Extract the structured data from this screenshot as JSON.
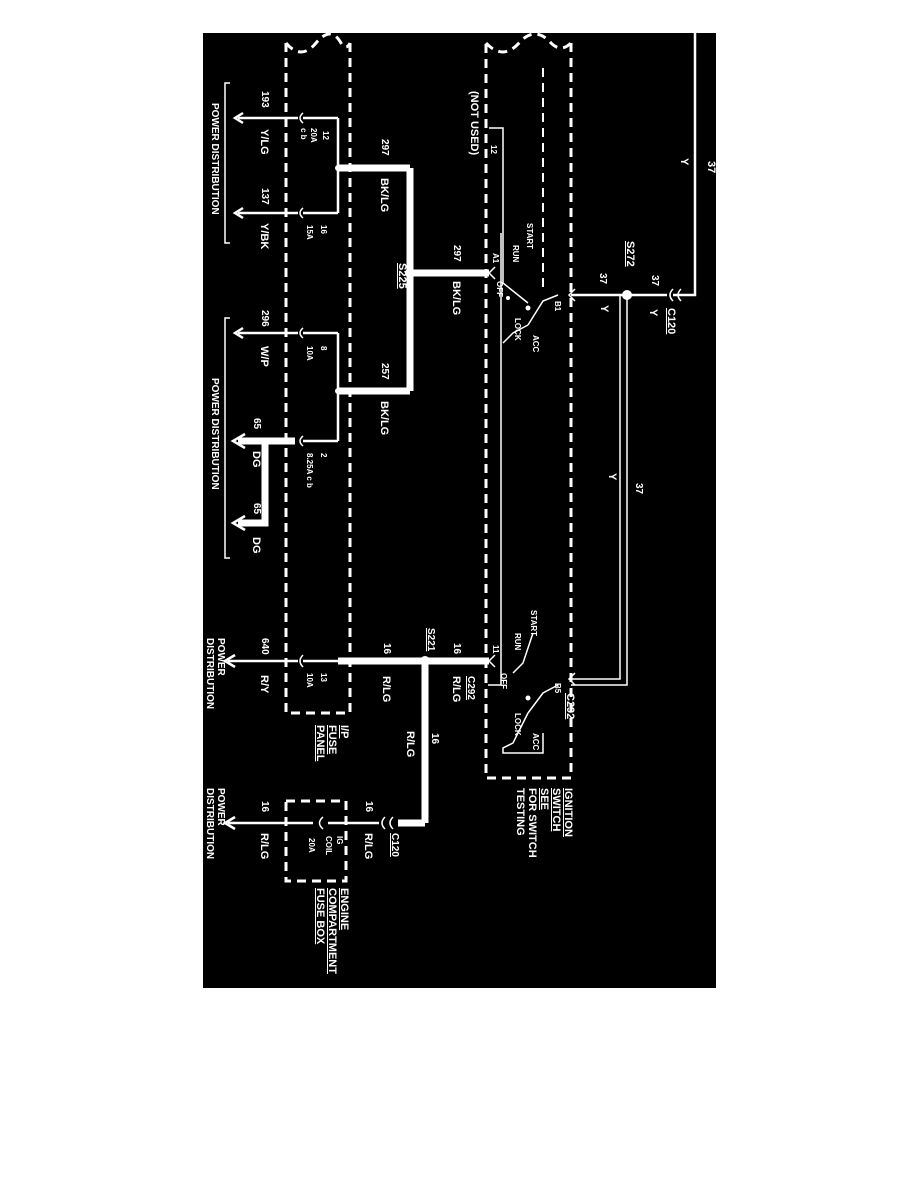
{
  "labels": {
    "wire_37_top": "37",
    "color_y_top": "Y",
    "c120_top": "C120",
    "wire_37_c120": "37",
    "color_y_c120": "Y",
    "s272": "S272",
    "wire_37_s272": "37",
    "color_y_s272": "Y",
    "wire_37_mid": "37",
    "color_y_mid": "Y",
    "c292_right": "C292",
    "b5": "B5",
    "b1": "B1",
    "not_used": "(NOT USED)",
    "pin12_ign": "12",
    "sw1_start": "START",
    "sw1_run": "RUN",
    "sw1_off": "OFF",
    "sw1_lock": "LOCK",
    "sw1_acc": "ACC",
    "a1": "A1",
    "sw2_start": "START",
    "sw2_run": "RUN",
    "sw2_off": "OFF",
    "sw2_lock": "LOCK",
    "sw2_acc": "ACC",
    "pin11": "11",
    "c292_left": "C292",
    "ign_title_1": "IGNITION",
    "ign_title_2": "SWITCH",
    "ign_see": "SEE",
    "ign_for": "FOR SWITCH",
    "ign_testing": "TESTING",
    "wire_297_bk": "297",
    "color_bklg_bk": "BK/LG",
    "s225": "S225",
    "wire_297_top": "297",
    "color_bklg_top": "BK/LG",
    "wire_257": "257",
    "color_bklg_257": "BK/LG",
    "fuse12_pin": "12",
    "fuse12_rating": "20A",
    "fuse12_cb": "c b",
    "fuse16_pin": "16",
    "fuse16_rating": "15A",
    "fuse8_pin": "8",
    "fuse8_rating": "10A",
    "fuse2_pin": "2",
    "fuse2_rating": "8.25A c b",
    "wire_193": "193",
    "color_ylg": "Y/LG",
    "wire_137": "137",
    "color_ybk": "Y/BK",
    "power_dist_1": "POWER DISTRIBUTION",
    "wire_296": "296",
    "color_wp": "W/P",
    "wire_65a": "65",
    "color_dga": "DG",
    "wire_65b": "65",
    "color_dgb": "DG",
    "power_dist_2": "POWER DISTRIBUTION",
    "wire_16_c292": "16",
    "color_rlg_c292": "R/LG",
    "s221": "S221",
    "wire_16_fuse": "16",
    "color_rlg_fuse": "R/LG",
    "fuse13_pin": "13",
    "fuse13_rating": "10A",
    "wire_640": "640",
    "color_ry": "R/Y",
    "power_dist_3a": "POWER",
    "power_dist_3b": "DISTRIBUTION",
    "ip_title_1": "I/P",
    "ip_title_2": "FUSE",
    "ip_title_3": "PANEL",
    "wire_16_down": "16",
    "color_rlg_down": "R/LG",
    "c120_bottom": "C120",
    "wire_16_c120": "16",
    "color_rlg_c120": "R/LG",
    "ig_coil_1": "IG",
    "ig_coil_2": "COIL",
    "ig_coil_3": "20A",
    "wire_16_out": "16",
    "color_rlg_out": "R/LG",
    "power_dist_4a": "POWER",
    "power_dist_4b": "DISTRIBUTION",
    "eng_title_1": "ENGINE",
    "eng_title_2": "COMPARTMENT",
    "eng_title_3": "FUSE BOX"
  }
}
